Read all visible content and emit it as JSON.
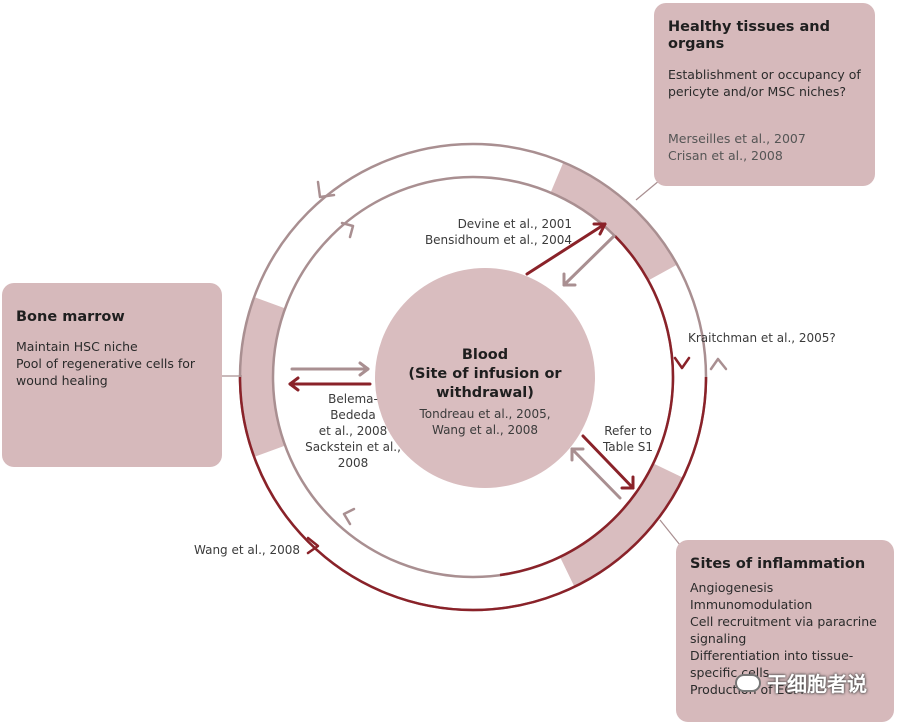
{
  "colors": {
    "outer_ring": "#a98f91",
    "inner_ring_dark": "#8a2229",
    "box_fill": "#d6b9bb",
    "center_fill": "#d9bdbf",
    "text": "#3b3b3b"
  },
  "center": {
    "title": "Blood",
    "subtitle": "(Site of infusion or withdrawal)",
    "refs": [
      "Tondreau et al., 2005,",
      "Wang et al., 2008"
    ]
  },
  "boxes": {
    "healthy": {
      "title": "Healthy tissues and organs",
      "lines": [
        "Establishment or occupancy of",
        "pericyte and/or MSC niches?"
      ],
      "refs": [
        "Merseilles et al., 2007",
        "Crisan et al., 2008"
      ]
    },
    "bone_marrow": {
      "title": "Bone marrow",
      "lines": [
        "Maintain HSC niche",
        "Pool of regenerative cells for",
        "wound healing"
      ]
    },
    "inflammation": {
      "title": "Sites of inflammation",
      "lines": [
        "Angiogenesis",
        "Immunomodulation",
        "Cell recruitment via paracrine",
        "signaling",
        "Differentiation into tissue-",
        "specific cells",
        "Production of ECM"
      ]
    }
  },
  "labels": {
    "devine": [
      "Devine et al., 2001",
      "Bensidhoum et al., 2004"
    ],
    "kraitchman": "Kraitchman et al., 2005?",
    "belema": [
      "Belema-",
      "Bededa",
      "et al., 2008",
      "Sackstein et al.,",
      "2008"
    ],
    "refer": [
      "Refer to",
      "Table S1"
    ],
    "wang_outer": "Wang et al., 2008"
  },
  "watermark": "干细胞者说"
}
